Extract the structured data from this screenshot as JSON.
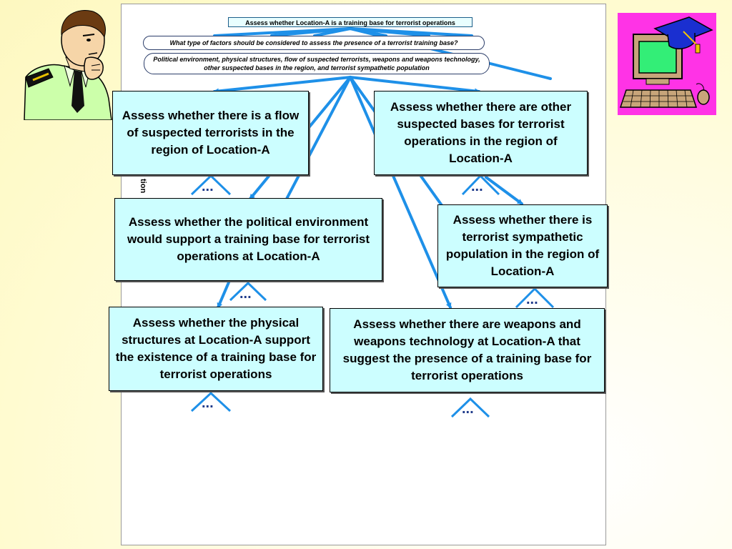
{
  "diagram": {
    "top_title": "Assess whether Location-A is a training base for terrorist operations",
    "question": "What type of factors should be considered to assess the presence of a terrorist training base?",
    "answer": "Political environment, physical structures, flow of suspected terrorists, weapons and weapons technology, other suspected bases in the region, and terrorist sympathetic population",
    "side_label": "tion",
    "nodes": {
      "flow": "Assess whether there is a flow of suspected terrorists in the region of Location-A",
      "other_bases": "Assess whether there are other suspected bases for terrorist operations in the region of Location-A",
      "political": "Assess whether the political environment would support a training base for terrorist operations at Location-A",
      "sympathetic": "Assess whether there is  terrorist sympathetic population in the region of Location-A",
      "physical": "Assess whether the physical structures at Location-A support the existence of a training base for terrorist operations",
      "weapons": "Assess whether there are weapons and weapons technology at Location-A that suggest the presence of a training base for terrorist operations"
    },
    "ellipsis": "...",
    "arrow_color": "#1e90e8",
    "node_fill": "#ccfeff"
  },
  "clipart": {
    "left": "officer-thinking-icon",
    "right": "graduation-computer-icon"
  }
}
